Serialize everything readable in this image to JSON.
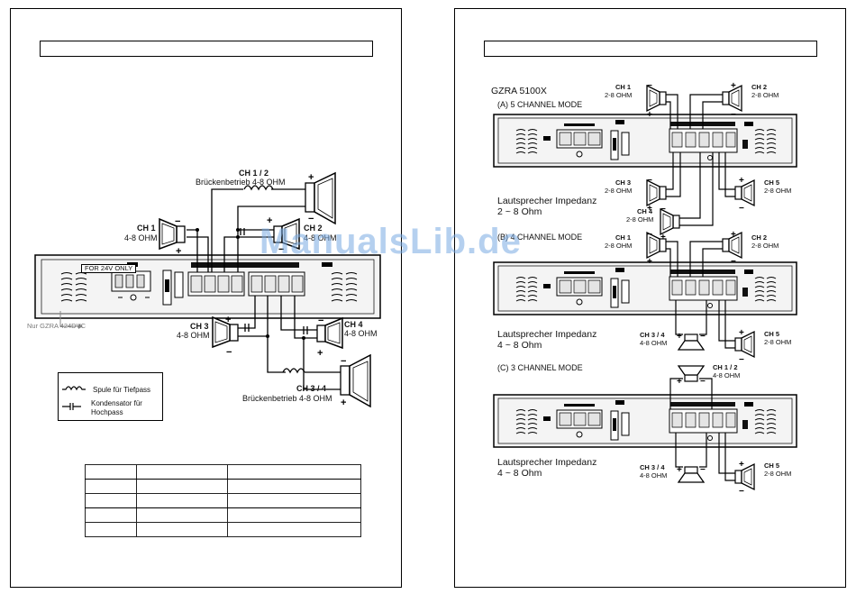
{
  "watermark": "ManualsLib.de",
  "left_page": {
    "labels": {
      "bridge_ch12_title": "CH 1 / 2",
      "bridge_ch12_sub": "Brückenbetrieb 4-8 OHM",
      "ch1": "CH 1",
      "ch1_ohm": "4-8 OHM",
      "ch2": "CH 2",
      "ch2_ohm": "4-8 OHM",
      "ch3": "CH 3",
      "ch3_ohm": "4-8 OHM",
      "ch4": "CH 4",
      "ch4_ohm": "4-8 OHM",
      "bridge_ch34_title": "CH 3 / 4",
      "bridge_ch34_sub": "Brückenbetrieb 4-8 OHM",
      "amp_badge": "FOR 24V ONLY",
      "nur_note": "Nur GZRA 424DVC"
    },
    "legend": {
      "coil": "Spule für Tiefpass",
      "capacitor_line1": "Kondensator für",
      "capacitor_line2": "Hochpass"
    },
    "table_rows": 5,
    "table_cols": 3
  },
  "right_page": {
    "model": "GZRA 5100X",
    "mode_a": "(A) 5 CHANNEL MODE",
    "mode_b": "(B) 4 CHANNEL MODE",
    "mode_c": "(C) 3 CHANNEL MODE",
    "impedance_title": "Lautsprecher Impedanz",
    "imp_a": "2 ~ 8 Ohm",
    "imp_b_title": "Lautsprecher Impedanz",
    "imp_b": "4 ~ 8 Ohm",
    "imp_c_title": "Lautsprecher Impedanz",
    "imp_c": "4 ~ 8 Ohm",
    "a_ch1": "CH 1",
    "a_ch1_ohm": "2-8 OHM",
    "a_ch2": "CH 2",
    "a_ch2_ohm": "2-8 OHM",
    "a_ch3": "CH 3",
    "a_ch3_ohm": "2-8 OHM",
    "a_ch4": "CH 4",
    "a_ch4_ohm": "2-8 OHM",
    "a_ch5": "CH 5",
    "a_ch5_ohm": "2-8 OHM",
    "b_ch1": "CH 1",
    "b_ch1_ohm": "2-8 OHM",
    "b_ch2": "CH 2",
    "b_ch2_ohm": "2-8 OHM",
    "b_ch34": "CH 3 / 4",
    "b_ch34_ohm": "4-8 OHM",
    "b_ch5": "CH 5",
    "b_ch5_ohm": "2-8 OHM",
    "c_ch12": "CH 1 / 2",
    "c_ch12_ohm": "4-8 OHM",
    "c_ch34": "CH 3 / 4",
    "c_ch34_ohm": "4-8 OHM",
    "c_ch5": "CH 5",
    "c_ch5_ohm": "2-8 OHM"
  }
}
